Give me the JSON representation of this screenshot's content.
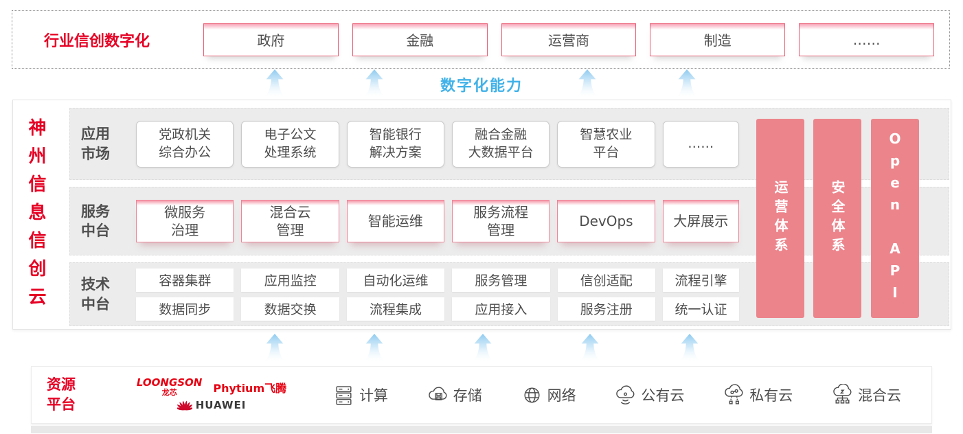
{
  "colors": {
    "accent_red": "#e60024",
    "pillar_pink": "#ec848c",
    "capability_blue": "#41b2e8"
  },
  "industry_band": {
    "title": "行业信创数字化",
    "boxes": [
      "政府",
      "金融",
      "运营商",
      "制造",
      "……"
    ]
  },
  "capability_label": "数字化能力",
  "platform": {
    "left_title": "神州信息信创云",
    "app_row": {
      "label": "应用\n市场",
      "items": [
        "党政机关\n综合办公",
        "电子公文\n处理系统",
        "智能银行\n解决方案",
        "融合金融\n大数据平台",
        "智慧农业\n平台",
        "……"
      ]
    },
    "service_row": {
      "label": "服务\n中台",
      "items": [
        "微服务\n治理",
        "混合云\n管理",
        "智能运维",
        "服务流程\n管理",
        "DevOps",
        "大屏展示"
      ]
    },
    "tech_row": {
      "label": "技术\n中台",
      "row1": [
        "容器集群",
        "应用监控",
        "自动化运维",
        "服务管理",
        "信创适配",
        "流程引擎"
      ],
      "row2": [
        "数据同步",
        "数据交换",
        "流程集成",
        "应用接入",
        "服务注册",
        "统一认证"
      ]
    },
    "side_bars": [
      "运营体系",
      "安全体系",
      "Open API"
    ]
  },
  "resource_band": {
    "title": "资源\n平台",
    "vendors": {
      "loongson": "LOONGSON",
      "loongson_cn": "龙芯",
      "phytium": "Phytium飞腾",
      "huawei": "HUAWEI"
    },
    "items": [
      {
        "icon": "compute-icon",
        "label": "计算"
      },
      {
        "icon": "storage-icon",
        "label": "存储"
      },
      {
        "icon": "network-icon",
        "label": "网络"
      },
      {
        "icon": "public-cloud-icon",
        "label": "公有云"
      },
      {
        "icon": "private-cloud-icon",
        "label": "私有云"
      },
      {
        "icon": "hybrid-cloud-icon",
        "label": "混合云"
      }
    ]
  }
}
